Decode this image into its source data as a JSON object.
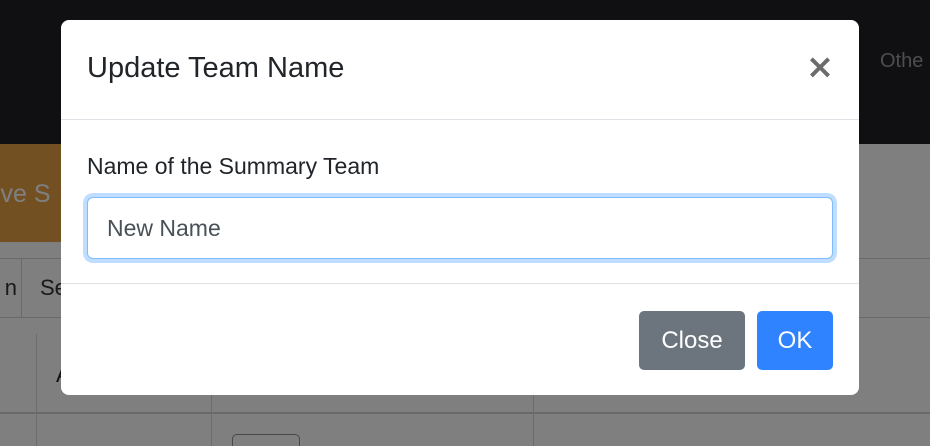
{
  "background": {
    "navbar": {
      "other_link": "Othe"
    },
    "banner": {
      "text": "tive S"
    },
    "tabs": [
      {
        "label": "n"
      },
      {
        "label": "Se"
      }
    ],
    "table": {
      "header_mark": "A"
    }
  },
  "modal": {
    "title": "Update Team Name",
    "close_icon": "×",
    "field_label": "Name of the Summary Team",
    "input_value": "New Name",
    "close_button": "Close",
    "ok_button": "OK"
  },
  "colors": {
    "navbar": "#202126",
    "banner": "#e7a045",
    "primary": "#2f83ff",
    "secondary": "#6c757d"
  }
}
